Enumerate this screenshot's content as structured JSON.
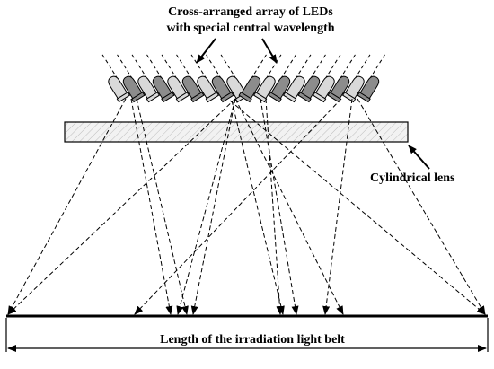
{
  "diagram": {
    "title_line1": "Cross-arranged array of  LEDs",
    "title_line2": "with special central wavelength",
    "lens_label": "Cylindrical lens",
    "belt_label": "Length of the irradiation light belt",
    "led_count": 18,
    "colors": {
      "stroke": "#000000",
      "led_light": "#d9d9d9",
      "led_dark": "#8c8c8c",
      "lens_fill": "#ededed",
      "background": "#ffffff"
    }
  }
}
